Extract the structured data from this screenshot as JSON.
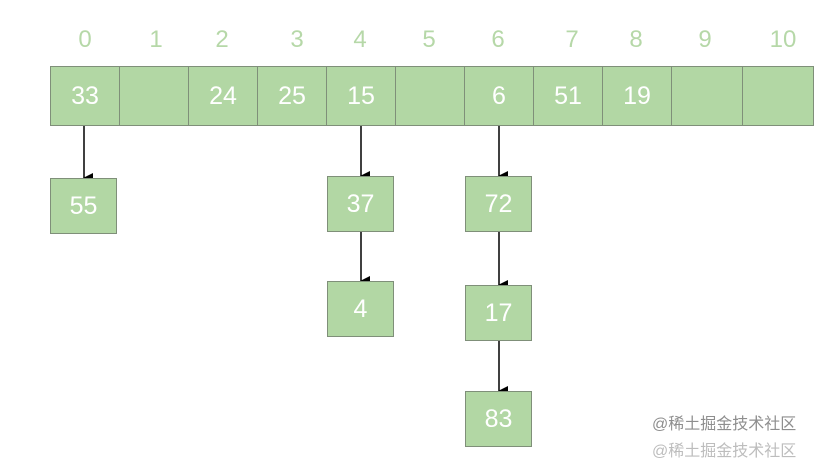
{
  "indices": [
    "0",
    "1",
    "2",
    "3",
    "4",
    "5",
    "6",
    "7",
    "8",
    "9",
    "10"
  ],
  "slots": [
    "33",
    "",
    "24",
    "25",
    "15",
    "",
    "6",
    "51",
    "19",
    "",
    ""
  ],
  "chains": {
    "slot0": [
      "55"
    ],
    "slot4": [
      "37",
      "4"
    ],
    "slot6": [
      "72",
      "17",
      "83"
    ]
  },
  "watermark": "@稀土掘金技术社区",
  "colors": {
    "cell_fill": "#b2d7a4",
    "cell_border": "#7f8f79",
    "index_text": "#b6d8a8",
    "arrow": "#000000"
  }
}
